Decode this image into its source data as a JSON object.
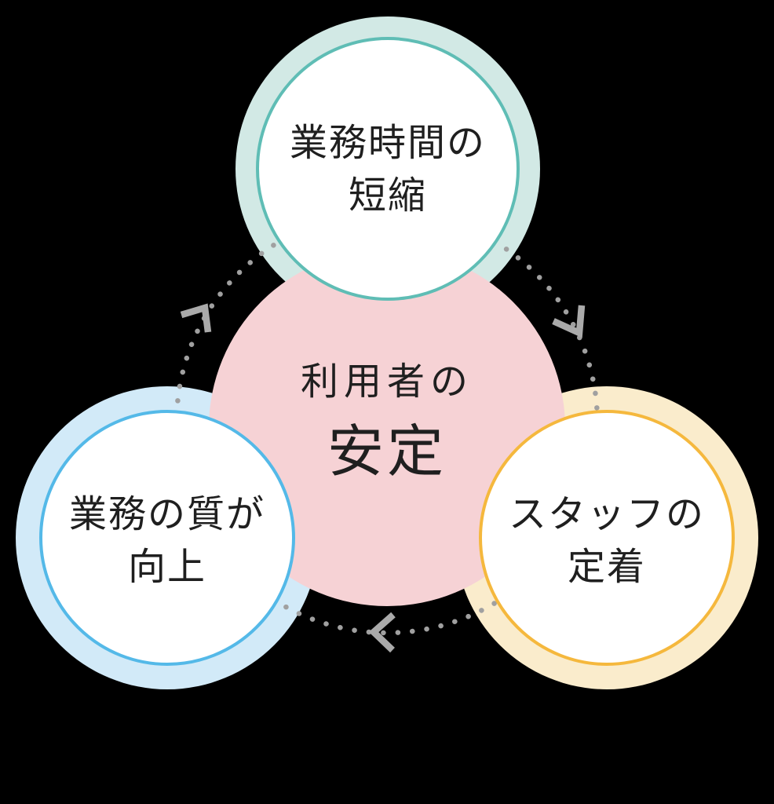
{
  "diagram": {
    "background_color": "#000000",
    "text_color": "#1f1f1f",
    "direction": "clockwise",
    "center": {
      "line1": "利用者の",
      "line2": "安定",
      "fill_color": "#f6d2d5"
    },
    "nodes": {
      "top": {
        "line1": "業務時間の",
        "line2": "短縮",
        "ring_color": "#d2e9e5",
        "border_color": "#5fbdb5",
        "fill_color": "#ffffff"
      },
      "left": {
        "line1": "業務の質が",
        "line2": "向上",
        "ring_color": "#d2eaf8",
        "border_color": "#54b9e8",
        "fill_color": "#ffffff"
      },
      "right": {
        "line1": "スタッフの",
        "line2": "定着",
        "ring_color": "#faeccc",
        "border_color": "#f5b83d",
        "fill_color": "#ffffff"
      }
    },
    "cycle": {
      "dot_color": "#a0a0a0",
      "arrow_color": "#aaaaaa"
    }
  }
}
